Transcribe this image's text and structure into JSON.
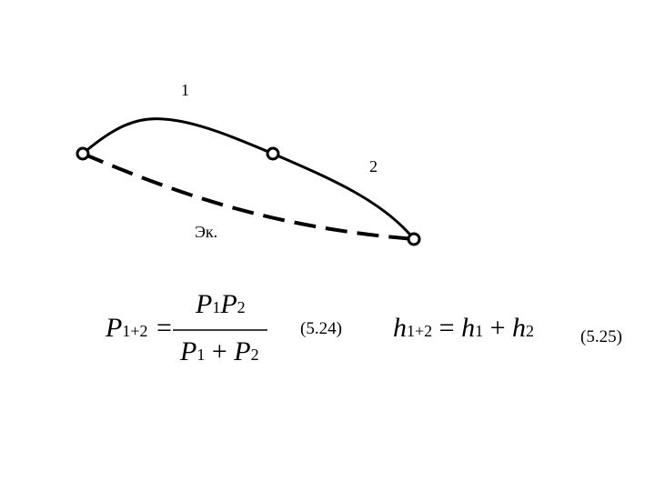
{
  "labels": {
    "curve1": "1",
    "curve2": "2",
    "equivalent": "Эк."
  },
  "formula1": {
    "lhs_main": "P",
    "lhs_sub": "1+2",
    "equals": "=",
    "num_a": "P",
    "num_a_sub": "1",
    "num_b": "P",
    "num_b_sub": "2",
    "den_a": "P",
    "den_a_sub": "1",
    "plus": "+",
    "den_b": "P",
    "den_b_sub": "2",
    "number": "(5.24)"
  },
  "formula2": {
    "lhs_main": "h",
    "lhs_sub": "1+2",
    "equals": "=",
    "t1": "h",
    "t1_sub": "1",
    "plus": "+",
    "t2": "h",
    "t2_sub": "2",
    "number": "(5.25)"
  }
}
